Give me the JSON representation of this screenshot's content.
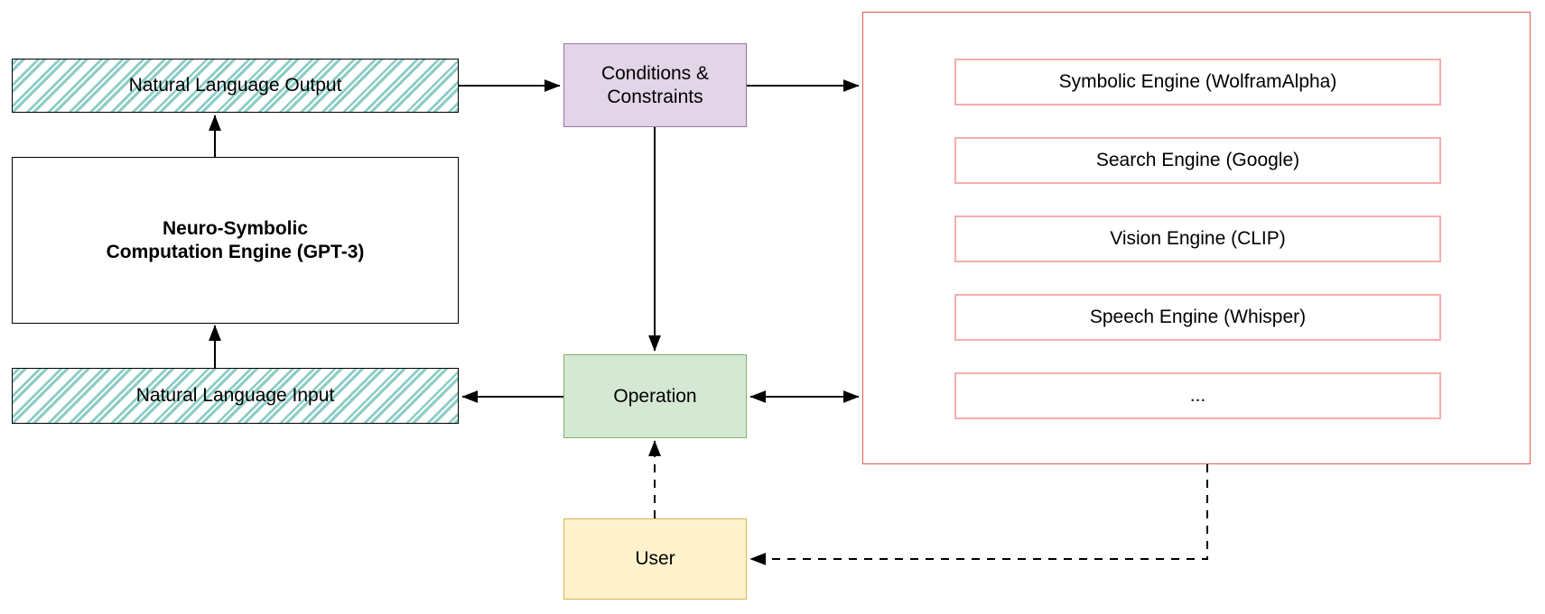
{
  "diagram": {
    "title": "Neuro-Symbolic Computation Engine architecture",
    "colors": {
      "hatch": "#78c4ba",
      "core_border": "#000000",
      "conditions_fill": "#e1d5e7",
      "conditions_border": "#9673a6",
      "operation_fill": "#d5e8d4",
      "operation_border": "#82b366",
      "user_fill": "#fff2cc",
      "user_border": "#d6b656",
      "panel_border": "#e05c52",
      "engine_border": "#f7adad",
      "arrow": "#000000"
    },
    "nodes": {
      "nl_output": "Natural Language Output",
      "core_engine": "Neuro-Symbolic\nComputation Engine (GPT-3)",
      "nl_input": "Natural Language Input",
      "conditions": "Conditions &\nConstraints",
      "operation": "Operation",
      "user": "User"
    },
    "engines_panel": {
      "items": [
        {
          "label": "Symbolic Engine (WolframAlpha)"
        },
        {
          "label": "Search Engine (Google)"
        },
        {
          "label": "Vision Engine (CLIP)"
        },
        {
          "label": "Speech Engine (Whisper)"
        },
        {
          "label": "..."
        }
      ]
    },
    "edges": [
      {
        "name": "core-to-nl-output",
        "from": "core_engine",
        "to": "nl_output",
        "style": "solid",
        "arrow": "single"
      },
      {
        "name": "nl-input-to-core",
        "from": "nl_input",
        "to": "core_engine",
        "style": "solid",
        "arrow": "single"
      },
      {
        "name": "nl-output-to-conditions",
        "from": "nl_output",
        "to": "conditions",
        "style": "solid",
        "arrow": "single"
      },
      {
        "name": "conditions-to-engines",
        "from": "conditions",
        "to": "engines_panel",
        "style": "solid",
        "arrow": "single"
      },
      {
        "name": "conditions-to-operation",
        "from": "conditions",
        "to": "operation",
        "style": "solid",
        "arrow": "single"
      },
      {
        "name": "operation-to-nl-input",
        "from": "operation",
        "to": "nl_input",
        "style": "solid",
        "arrow": "single"
      },
      {
        "name": "operation-engines-bidirectional",
        "from": "operation",
        "to": "engines_panel",
        "style": "solid",
        "arrow": "double"
      },
      {
        "name": "user-to-operation",
        "from": "user",
        "to": "operation",
        "style": "dashed",
        "arrow": "single"
      },
      {
        "name": "engines-to-user",
        "from": "engines_panel",
        "to": "user",
        "style": "dashed",
        "arrow": "single"
      }
    ]
  }
}
